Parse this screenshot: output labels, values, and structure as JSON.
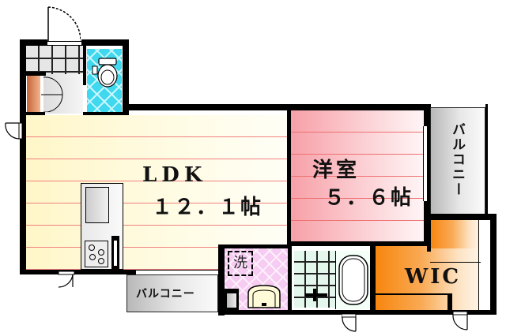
{
  "floor_plan": {
    "rooms": {
      "ldk": {
        "name": "LDK",
        "size": "12.1帖",
        "size_display": "１２．１帖"
      },
      "western_room": {
        "name": "洋室",
        "size": "5.6帖",
        "size_display": "５．６帖"
      },
      "wic": {
        "name": "WIC"
      },
      "balcony_right": {
        "name": "バルコニー"
      },
      "balcony_bottom": {
        "name": "バルコニー"
      },
      "washroom": {
        "washer_label": "洗"
      },
      "toilet": {},
      "bathroom": {},
      "entrance": {}
    },
    "colors": {
      "ldk_floor": "#fff6c8",
      "western_floor": "#f7a0a8",
      "floor_lines": "#f08080",
      "toilet_tile": "#3fd8ee",
      "washroom_tile": "#f6ccf2",
      "bath_tile": "#e4f7ec",
      "wic_floor": "#f7860e",
      "shoe_box": "#c8643a",
      "balcony": "#d0d0d0",
      "wall": "#000000"
    }
  }
}
